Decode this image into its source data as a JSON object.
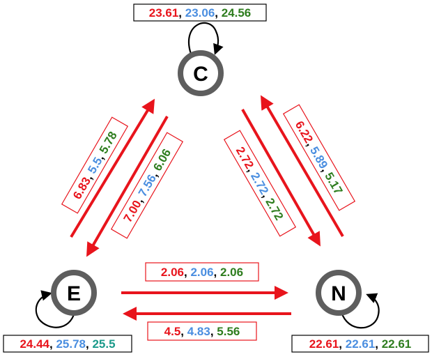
{
  "colors": {
    "red": "#e8141c",
    "blue": "#4a8ee0",
    "green": "#2e7d1e",
    "teal": "#1a9a8a",
    "node_ring": "#5e5e5e",
    "black": "#000000"
  },
  "nodes": {
    "C": {
      "label": "C",
      "self_loop": [
        "23.61",
        "23.06",
        "24.56"
      ]
    },
    "E": {
      "label": "E",
      "self_loop": [
        "24.44",
        "25.78",
        "25.5"
      ]
    },
    "N": {
      "label": "N",
      "self_loop": [
        "22.61",
        "22.61",
        "22.61"
      ]
    }
  },
  "edges": {
    "E_to_C": [
      "6.83",
      "5.5",
      "5.78"
    ],
    "C_to_E": [
      "7.00",
      "7.56",
      "6.06"
    ],
    "C_to_N": [
      "2.72",
      "2.72",
      "2.72"
    ],
    "N_to_C": [
      "6.22",
      "5.89",
      "5.17"
    ],
    "E_to_N": [
      "2.06",
      "2.06",
      "2.06"
    ],
    "N_to_E": [
      "4.5",
      "4.83",
      "5.56"
    ]
  },
  "separator": ", "
}
